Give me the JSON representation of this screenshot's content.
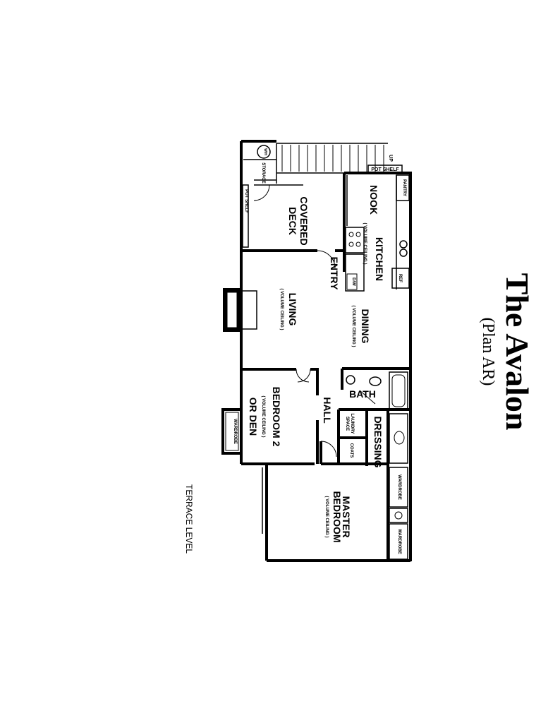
{
  "title": "The Avalon",
  "subtitle": "(Plan AR)",
  "level": "TERRACE LEVEL",
  "rooms": {
    "nook": "NOOK",
    "kitchen": "KITCHEN",
    "kitchen_note": "( VOLUME CEILING )",
    "covered_deck_1": "COVERED",
    "covered_deck_2": "DECK",
    "entry": "ENTRY",
    "living": "LIVING",
    "living_note": "( VOLUME CEILING )",
    "dining": "DINING",
    "dining_note": "( VOLUME CEILING )",
    "bath": "BATH",
    "hall": "HALL",
    "bedroom2_1": "BEDROOM 2",
    "bedroom2_2": "OR DEN",
    "bedroom2_note": "( VOLUME CEILING )",
    "dressing": "DRESSING",
    "master_1": "MASTER",
    "master_2": "BEDROOM",
    "master_note": "( VOLUME CEILING )"
  },
  "fixtures": {
    "pantry": "PANTRY",
    "ref": "REF",
    "dw": "D/W",
    "pot_shelf_top": "POT SHELF",
    "pot_shelf_left": "POT SHELF",
    "up": "UP",
    "storage": "STORAGE",
    "wh": "W/H",
    "laundry_1": "LAUNDRY",
    "laundry_2": "SPACE",
    "coats": "COATS",
    "wardrobe_bed2": "WARDROBE",
    "wardrobe_master_1": "WARDROBE",
    "wardrobe_master_2": "WARDROBE"
  }
}
